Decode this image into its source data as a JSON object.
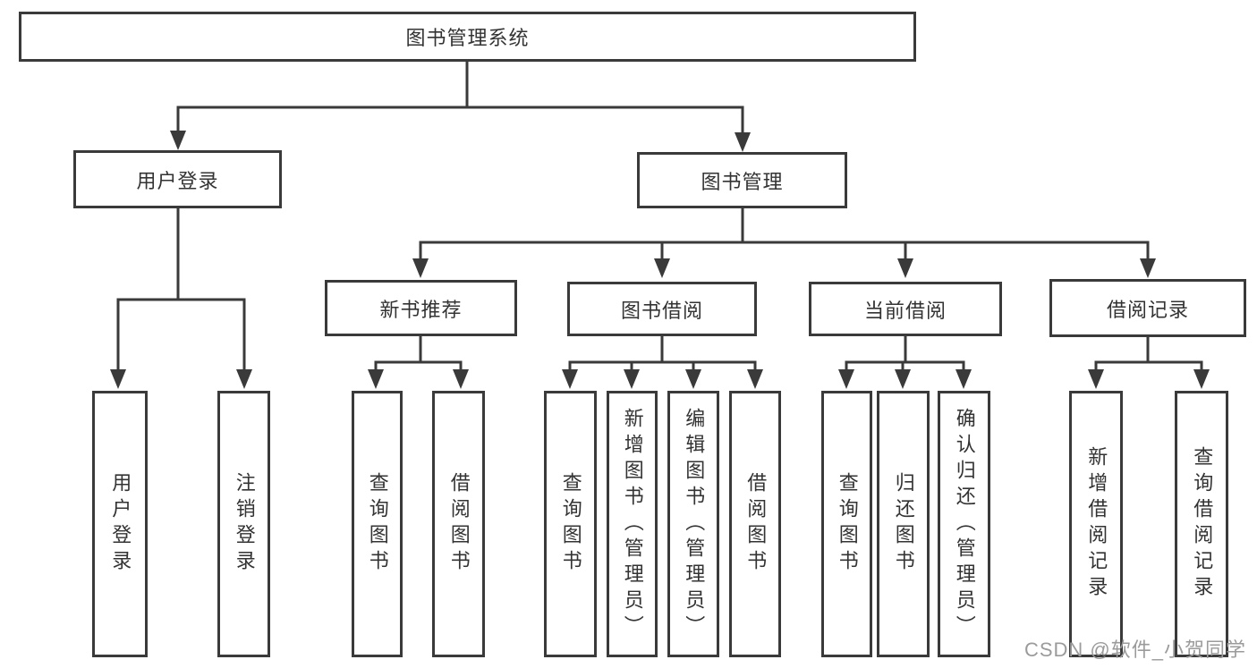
{
  "diagram": {
    "tree": {
      "root": {
        "label": "图书管理系统",
        "children": [
          {
            "label": "用户登录",
            "children": [
              {
                "label": "用户登录"
              },
              {
                "label": "注销登录"
              }
            ]
          },
          {
            "label": "图书管理",
            "children": [
              {
                "label": "新书推荐",
                "children": [
                  {
                    "label": "查询图书"
                  },
                  {
                    "label": "借阅图书"
                  }
                ]
              },
              {
                "label": "图书借阅",
                "children": [
                  {
                    "label": "查询图书"
                  },
                  {
                    "label": "新增图书（管理员）"
                  },
                  {
                    "label": "编辑图书（管理员）"
                  },
                  {
                    "label": "借阅图书"
                  }
                ]
              },
              {
                "label": "当前借阅",
                "children": [
                  {
                    "label": "查询图书"
                  },
                  {
                    "label": "归还图书"
                  },
                  {
                    "label": "确认归还（管理员）"
                  }
                ]
              },
              {
                "label": "借阅记录",
                "children": [
                  {
                    "label": "新增借阅记录"
                  },
                  {
                    "label": "查询借阅记录"
                  }
                ]
              }
            ]
          }
        ]
      }
    },
    "colors": {
      "line": "#3a3a3a",
      "text": "#333333",
      "watermark_text": "#9b9b9b",
      "background": "#ffffff"
    }
  },
  "watermark": {
    "label": "CSDN @软件_小贺同学"
  }
}
